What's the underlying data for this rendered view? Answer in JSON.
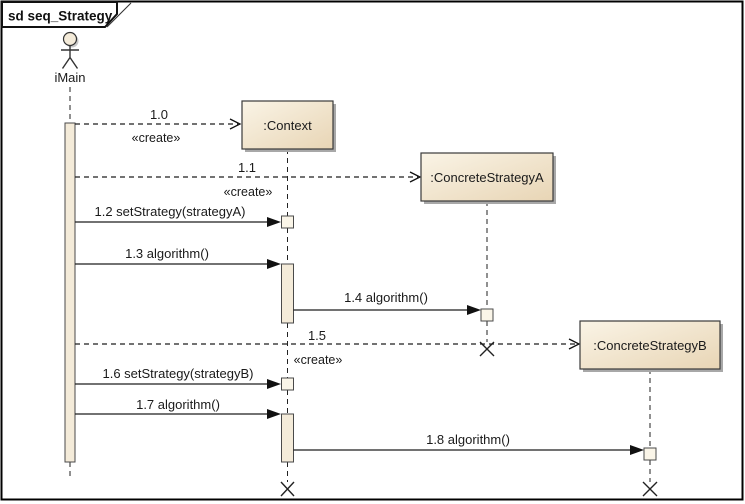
{
  "frame": {
    "title": "sd seq_Strategy"
  },
  "actor": {
    "name": "iMain"
  },
  "objects": [
    {
      "name": ":Context"
    },
    {
      "name": ":ConcreteStrategyA"
    },
    {
      "name": ":ConcreteStrategyB"
    }
  ],
  "messages": [
    {
      "label": "1.0",
      "stereotype": "«create»",
      "type": "create"
    },
    {
      "label": "1.1",
      "stereotype": "«create»",
      "type": "create"
    },
    {
      "label": "1.2 setStrategy(strategyA)",
      "type": "call"
    },
    {
      "label": "1.3 algorithm()",
      "type": "call"
    },
    {
      "label": "1.4 algorithm()",
      "type": "call"
    },
    {
      "label": "1.5",
      "stereotype": "«create»",
      "type": "create"
    },
    {
      "label": "1.6 setStrategy(strategyB)",
      "type": "call"
    },
    {
      "label": "1.7 algorithm()",
      "type": "call"
    },
    {
      "label": "1.8 algorithm()",
      "type": "call"
    }
  ],
  "colors": {
    "background": "#FFFFFF",
    "frame_border": "#000000",
    "box_fill_top": "#FAF4E6",
    "box_fill_bottom": "#E8D5B5",
    "box_border": "#3A3A3A",
    "box_shadow": "#A8A8A8",
    "activation_fill": "#F4EBD9",
    "line": "#1E1E1E",
    "text": "#1A1A1A"
  }
}
